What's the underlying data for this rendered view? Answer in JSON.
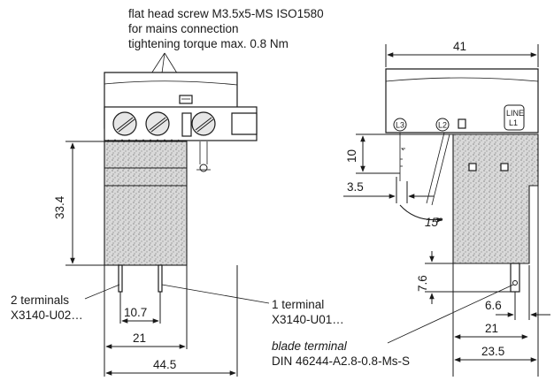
{
  "annotations": {
    "screw_line1": "flat head screw M3.5x5-MS ISO1580",
    "screw_line2": "for mains connection",
    "screw_line3": "tightening torque max. 0.8 Nm",
    "two_terminals_line1": "2 terminals",
    "two_terminals_line2": "X3140-U02…",
    "one_terminal_line1": "1 terminal",
    "one_terminal_line2": "X3140-U01…",
    "blade_line1": "blade terminal",
    "blade_line2": "DIN 46244-A2.8-0.8-Ms-S"
  },
  "front_view": {
    "dim_height": "33.4",
    "dim_pin_spacing": "10.7",
    "dim_inner_width": "21",
    "dim_total_width": "44.5"
  },
  "side_view": {
    "dim_top_width": "41",
    "dim_ten": "10",
    "dim_three_five": "3.5",
    "dim_angle": "15°",
    "dim_seven_six": "7.6",
    "dim_six_six": "6.6",
    "dim_twenty_one": "21",
    "dim_twenty_three_five": "23.5",
    "label_l3": "L3",
    "label_l2": "L2",
    "label_line": "LINE",
    "label_l1": "L1"
  }
}
